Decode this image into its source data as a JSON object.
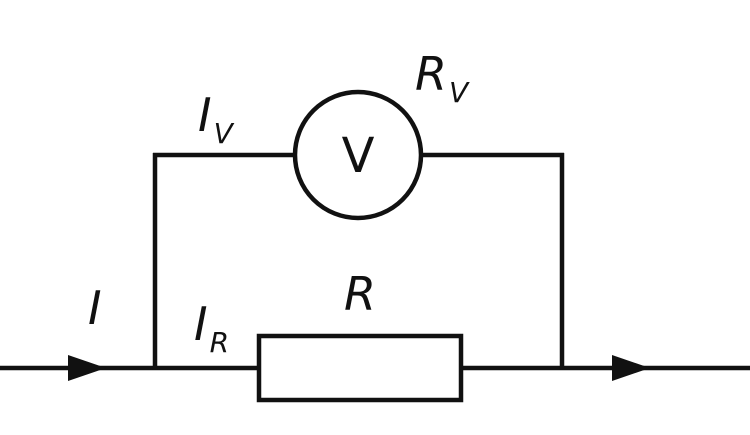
{
  "diagram": {
    "kind": "circuit-diagram",
    "colors": {
      "line": "#111111",
      "background": "#ffffff"
    },
    "labels": {
      "main_current": "I",
      "voltmeter_current_base": "I",
      "voltmeter_current_sub": "V",
      "voltmeter_resistance_base": "R",
      "voltmeter_resistance_sub": "V",
      "resistor_current_base": "I",
      "resistor_current_sub": "R",
      "resistor": "R",
      "voltmeter": "V"
    }
  }
}
